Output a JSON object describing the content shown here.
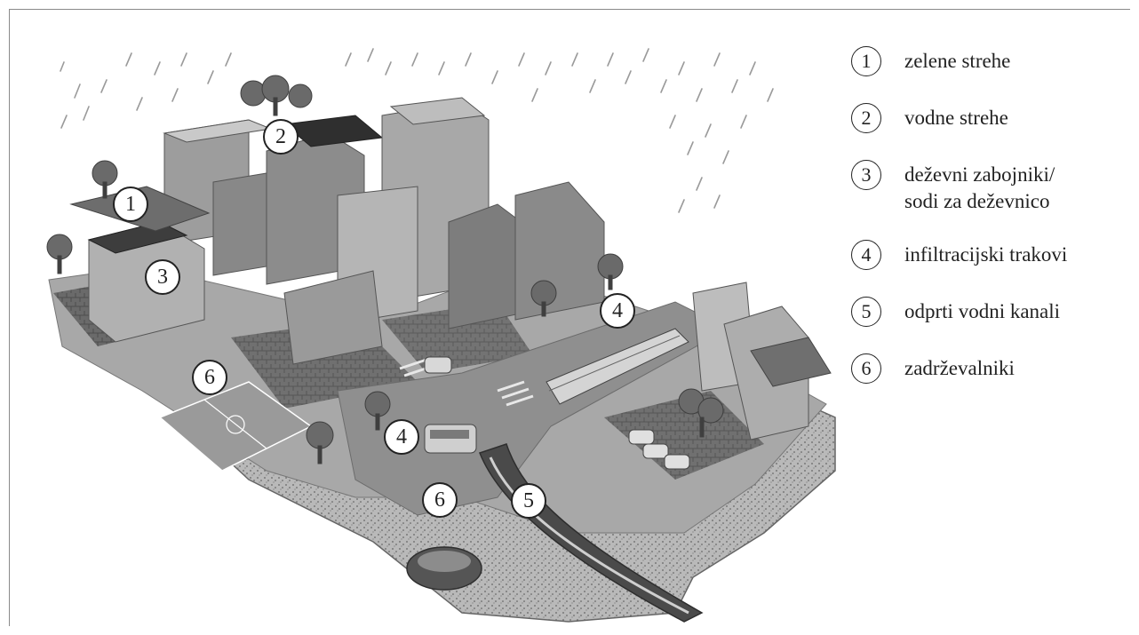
{
  "legend": [
    {
      "num": "1",
      "label": "zelene strehe"
    },
    {
      "num": "2",
      "label": "vodne strehe"
    },
    {
      "num": "3",
      "label": "deževni zabojniki/",
      "label2": "sodi za deževnico"
    },
    {
      "num": "4",
      "label": "infiltracijski trakovi"
    },
    {
      "num": "5",
      "label": "odprti vodni kanali"
    },
    {
      "num": "6",
      "label": "zadrževalniki"
    }
  ],
  "callouts": {
    "c1": "1",
    "c2": "2",
    "c3": "3",
    "c4a": "4",
    "c4b": "4",
    "c5": "5",
    "c6a": "6",
    "c6b": "6"
  }
}
